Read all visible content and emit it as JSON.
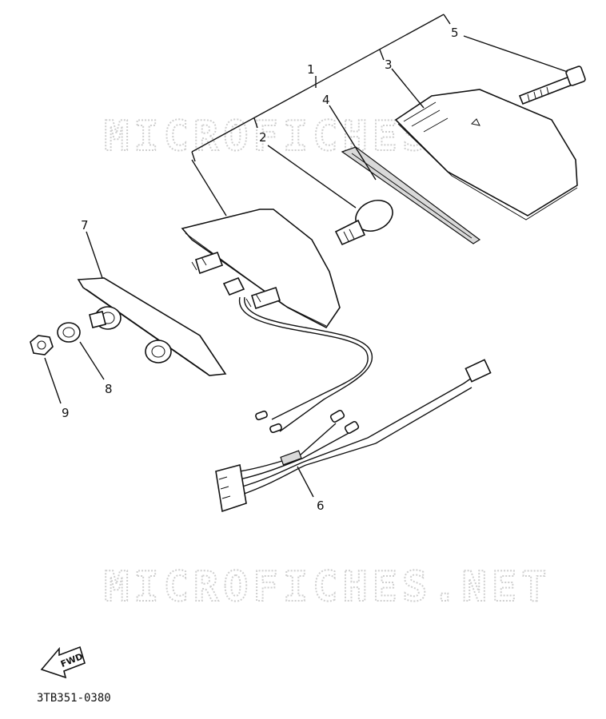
{
  "watermark": "MICROFICHES.NET",
  "callouts": [
    "1",
    "2",
    "3",
    "4",
    "5",
    "6",
    "7",
    "8",
    "9"
  ],
  "direction_label": "FWD",
  "diagram_code": "3TB351-0380"
}
